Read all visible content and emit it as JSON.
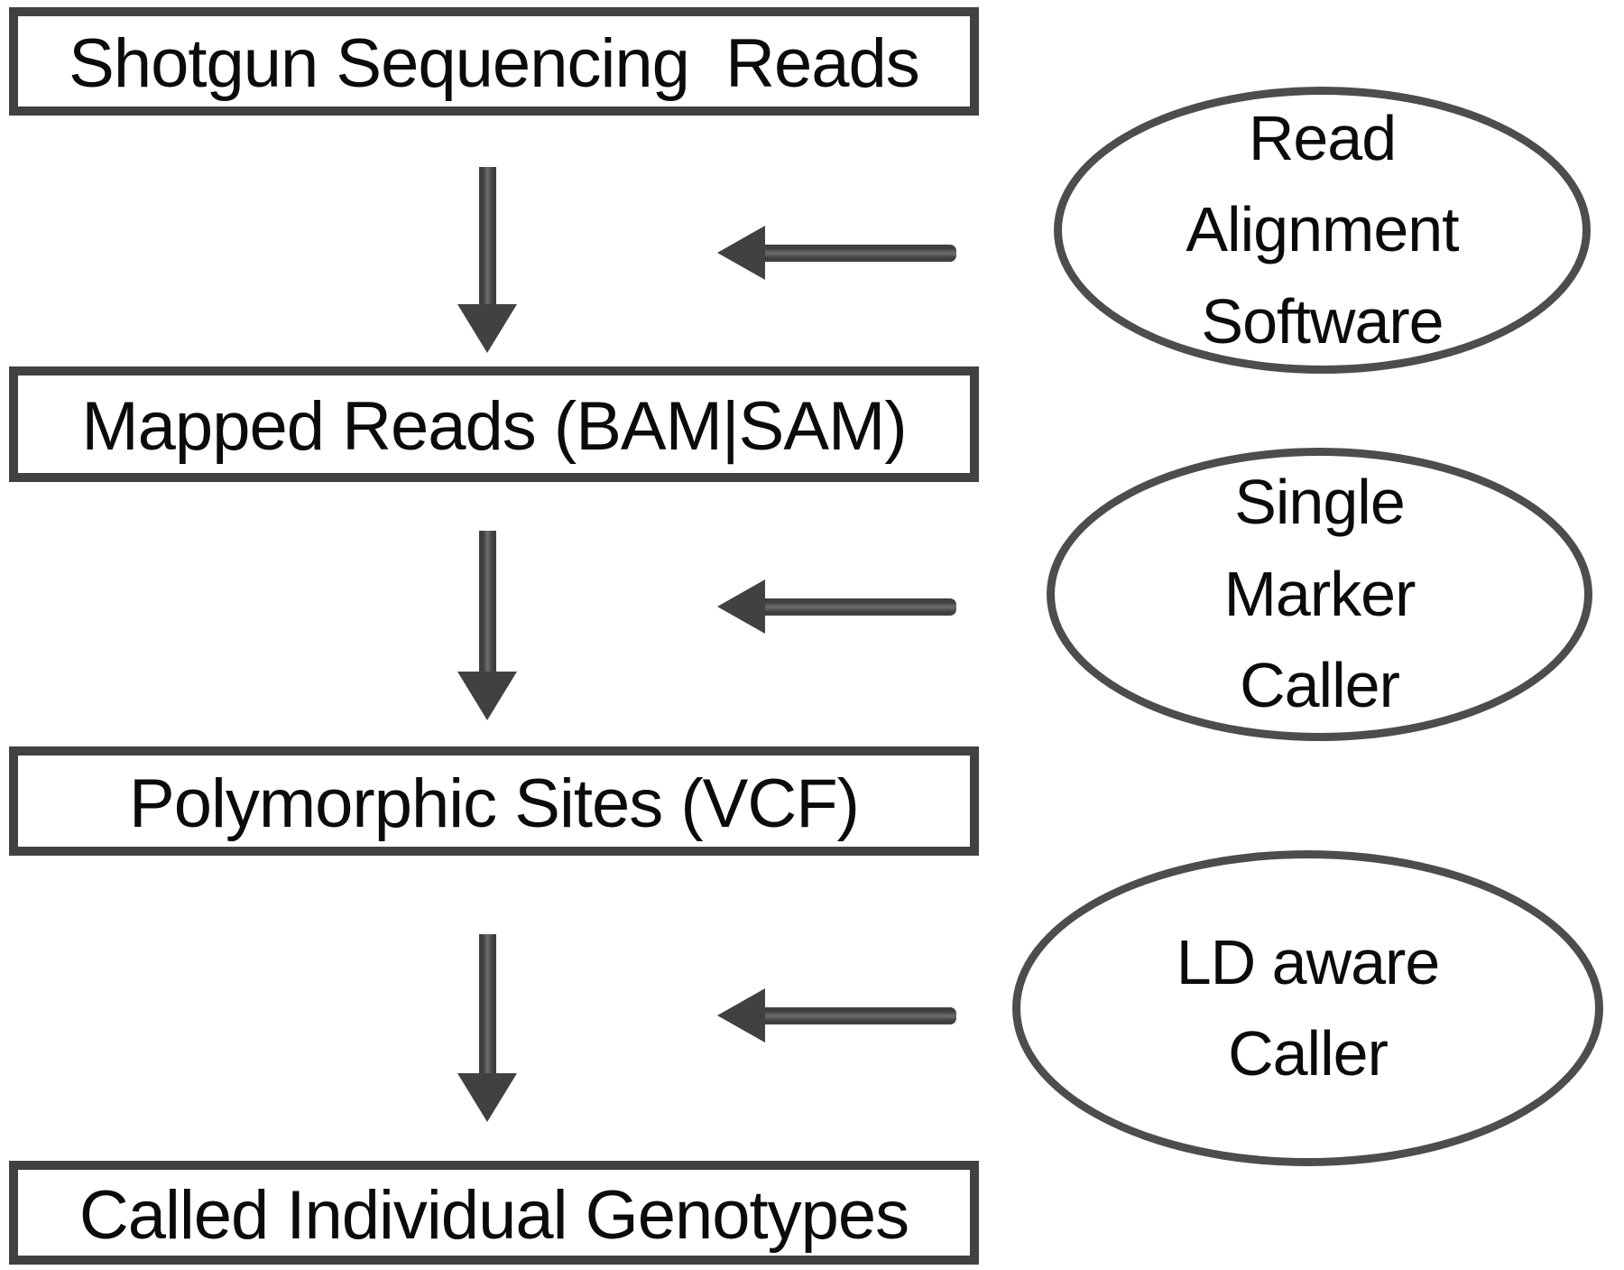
{
  "figure": {
    "background": "#ffffff",
    "outline_color": "#414141",
    "ellipse_outline_color": "#4d4d4d",
    "text_color": "#0b0b0b"
  },
  "flow_boxes": [
    {
      "label": "Shotgun Sequencing  Reads"
    },
    {
      "label": "Mapped Reads (BAM|SAM)"
    },
    {
      "label": "Polymorphic Sites (VCF)"
    },
    {
      "label": "Called Individual Genotypes"
    }
  ],
  "tool_ellipses": [
    {
      "label": "Read\nAlignment\nSoftware"
    },
    {
      "label": "Single\nMarker\nCaller"
    },
    {
      "label": "LD aware\nCaller"
    }
  ]
}
